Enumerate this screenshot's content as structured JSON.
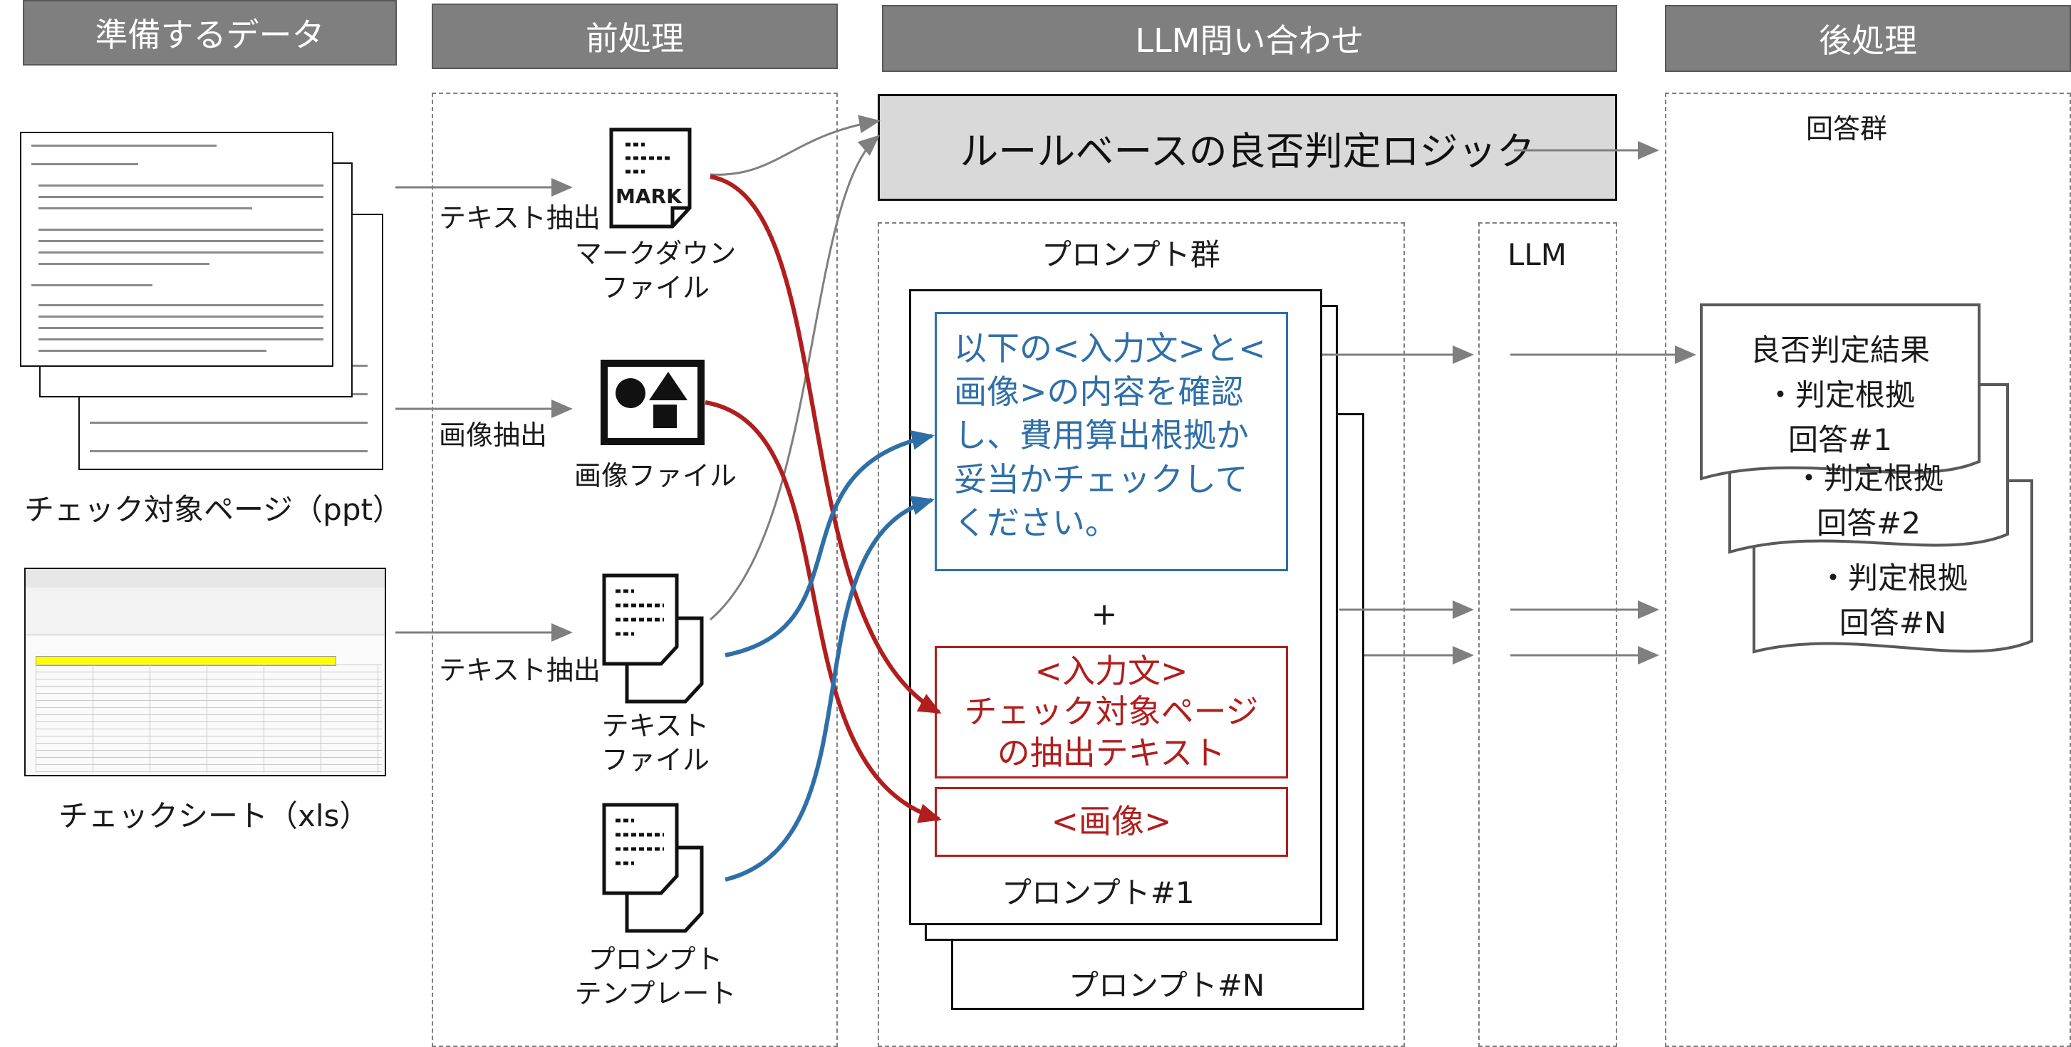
{
  "headers": {
    "data": "準備するデータ",
    "preprocess": "前処理",
    "llm_query": "LLM問い合わせ",
    "postprocess": "後処理"
  },
  "inputs": {
    "ppt_label": "チェック対象ページ（ppt）",
    "xls_label": "チェックシート（xls）"
  },
  "extraction": {
    "text_extract_1": "テキスト抽出",
    "image_extract": "画像抽出",
    "text_extract_2": "テキスト抽出"
  },
  "files": {
    "markdown_icon_text": "MARK",
    "markdown_label": [
      "マークダウン",
      "ファイル"
    ],
    "image_label": "画像ファイル",
    "text_label": [
      "テキスト",
      "ファイル"
    ],
    "template_label": [
      "プロンプト",
      "テンプレート"
    ]
  },
  "llm": {
    "rule_logic": "ルールベースの良否判定ロジック",
    "prompt_group": "プロンプト群",
    "instruction": "以下の<入力文>と<画像>の内容を確認し、費用算出根拠か妥当かチェックしてください。",
    "plus": "+",
    "input_text": [
      "<入力文>",
      "チェック対象ページ",
      "の抽出テキスト"
    ],
    "image_placeholder": "<画像>",
    "prompt_1": "プロンプト#1",
    "prompt_n": "プロンプト#N",
    "llm_label": "LLM"
  },
  "post": {
    "answer_group": "回答群",
    "result_title": "良否判定結果",
    "basis": "・判定根拠",
    "answer_1": "回答#1",
    "answer_2": "回答#2",
    "answer_n": "回答#N"
  },
  "colors": {
    "red": "#b01e1e",
    "blue": "#2f6fa8",
    "gray": "#7f7f7f",
    "yellow": "#ffff00"
  }
}
